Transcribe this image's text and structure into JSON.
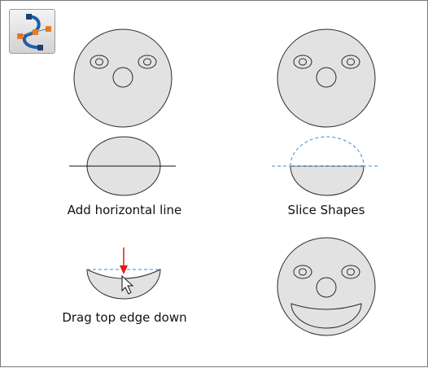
{
  "captions": {
    "step1": "Add horizontal line",
    "step2": "Slice Shapes",
    "step3": "Drag top edge down"
  },
  "icons": {
    "tool": "shape-editor-tool-icon",
    "arrow": "drag-down-arrow-icon",
    "pointer": "mouse-pointer-icon"
  },
  "colors": {
    "face_fill": "#e2e2e2",
    "outline": "#2b2b2b",
    "guide_dashed": "#3c8ed6",
    "drag_arrow": "#e21b1b",
    "tool_node": "#f07a1e",
    "tool_curve": "#1f5fa6"
  }
}
